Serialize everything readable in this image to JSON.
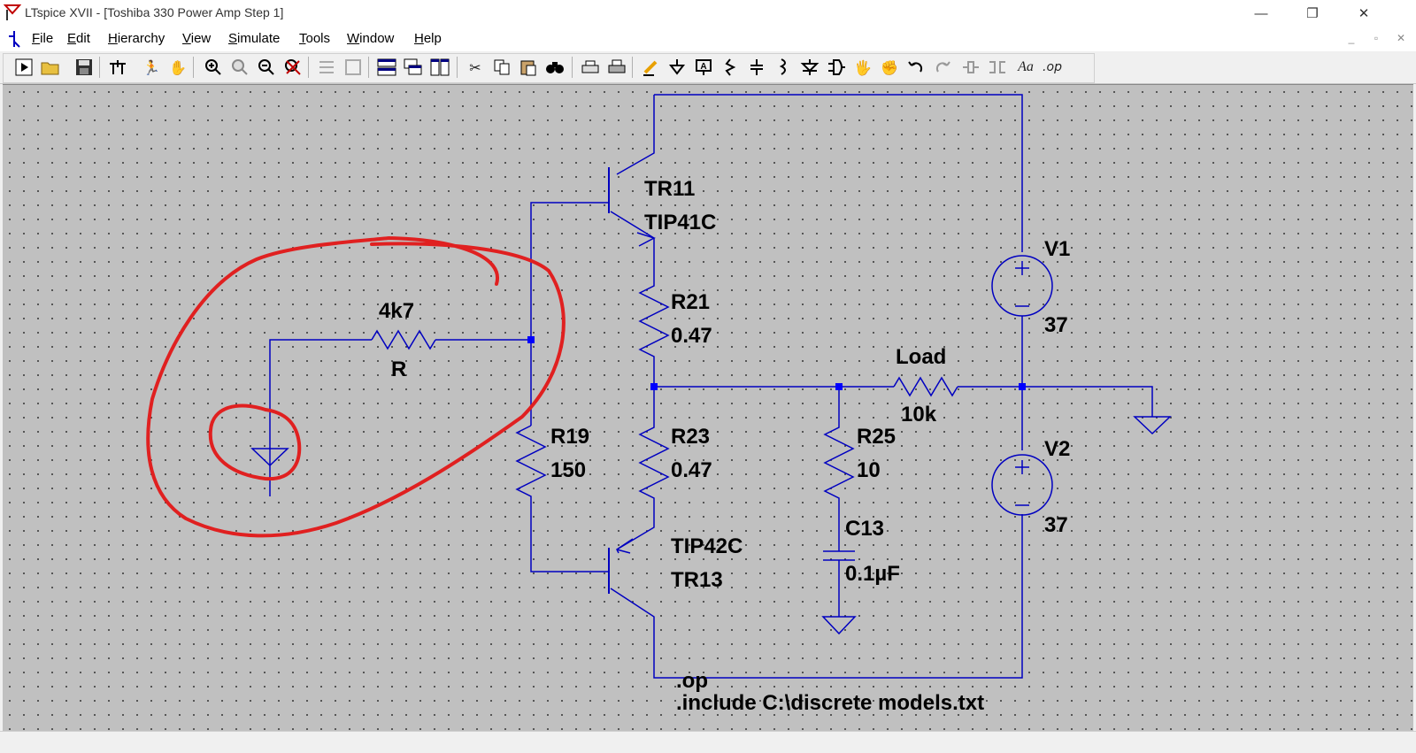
{
  "window": {
    "title": "LTspice XVII - [Toshiba 330 Power  Amp Step 1]",
    "controls": {
      "minimize": "—",
      "restore": "❐",
      "close": "✕"
    }
  },
  "menu": {
    "items": [
      {
        "label": "File",
        "accel": "F",
        "rest": "ile"
      },
      {
        "label": "Edit",
        "accel": "E",
        "rest": "dit"
      },
      {
        "label": "Hierarchy",
        "accel": "H",
        "rest": "ierarchy"
      },
      {
        "label": "View",
        "accel": "V",
        "rest": "iew"
      },
      {
        "label": "Simulate",
        "accel": "S",
        "rest": "imulate"
      },
      {
        "label": "Tools",
        "accel": "T",
        "rest": "ools"
      },
      {
        "label": "Window",
        "accel": "W",
        "rest": "indow"
      },
      {
        "label": "Help",
        "accel": "H",
        "rest": "elp"
      }
    ],
    "mdi_controls": {
      "minimize": "_",
      "restore": "▫",
      "close": "✕"
    }
  },
  "toolbar": {
    "buttons": [
      "run-icon",
      "open-icon",
      "save-icon",
      "control-panel-icon",
      "run-man-icon",
      "pan-hand-icon",
      "zoom-in-icon",
      "zoom-area-icon",
      "zoom-out-icon",
      "zoom-cancel-icon",
      "autorange-icon",
      "view-fit-icon",
      "tile-horizontal-icon",
      "cascade-icon",
      "tile-vertical-icon",
      "cut-icon",
      "copy-icon",
      "paste-icon",
      "find-icon",
      "print-setup-icon",
      "print-icon",
      "draw-wire-icon",
      "ground-icon",
      "label-net-icon",
      "resistor-icon",
      "capacitor-icon",
      "inductor-icon",
      "diode-icon",
      "component-icon",
      "move-icon",
      "drag-icon",
      "undo-icon",
      "redo-icon",
      "rotate-icon",
      "mirror-icon",
      "text-icon",
      "spice-directive-icon"
    ],
    "text_glyphs": {
      "text": "Aa",
      "directive": ".op"
    }
  },
  "schematic": {
    "components": {
      "tr11": {
        "name": "TR11",
        "value": "TIP41C"
      },
      "tr13": {
        "name": "TR13",
        "value": "TIP42C"
      },
      "r_input": {
        "name": "R",
        "value": "4k7"
      },
      "r19": {
        "name": "R19",
        "value": "150"
      },
      "r21": {
        "name": "R21",
        "value": "0.47"
      },
      "r23": {
        "name": "R23",
        "value": "0.47"
      },
      "r25": {
        "name": "R25",
        "value": "10"
      },
      "c13": {
        "name": "C13",
        "value": "0.1µF"
      },
      "load": {
        "name": "Load",
        "value": "10k"
      },
      "v1": {
        "name": "V1",
        "value": "37"
      },
      "v2": {
        "name": "V2",
        "value": "37"
      }
    },
    "directives": [
      ".op",
      ".include C:\\discrete models.txt"
    ],
    "colors": {
      "wire": "#0000c0",
      "junction": "#0000ff",
      "annotation": "#e02020",
      "background": "#c0c0c0",
      "text": "#000000"
    }
  }
}
